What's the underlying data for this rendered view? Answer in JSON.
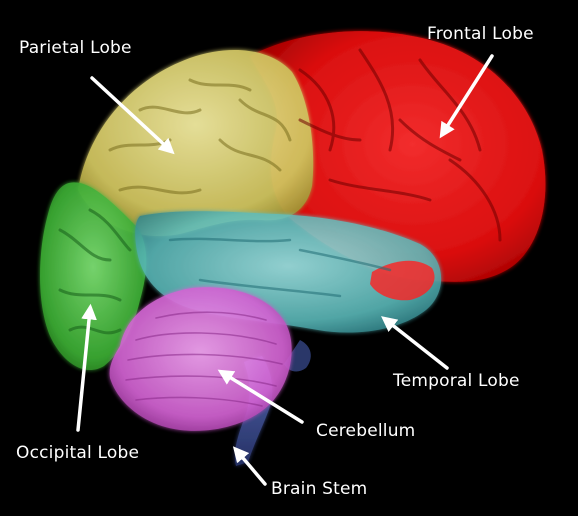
{
  "labels": {
    "parietal": "Parietal Lobe",
    "frontal": "Frontal Lobe",
    "temporal": "Temporal Lobe",
    "occipital": "Occipital Lobe",
    "cerebellum": "Cerebellum",
    "brainstem": "Brain Stem"
  },
  "colors": {
    "background": "#000000",
    "frontal": "#ff1a1a",
    "parietal": "#e6dc7a",
    "temporal": "#7fd6d6",
    "occipital": "#52c24a",
    "cerebellum": "#e06ee0",
    "brainstem": "#4a5fa8",
    "label": "#ffffff"
  }
}
